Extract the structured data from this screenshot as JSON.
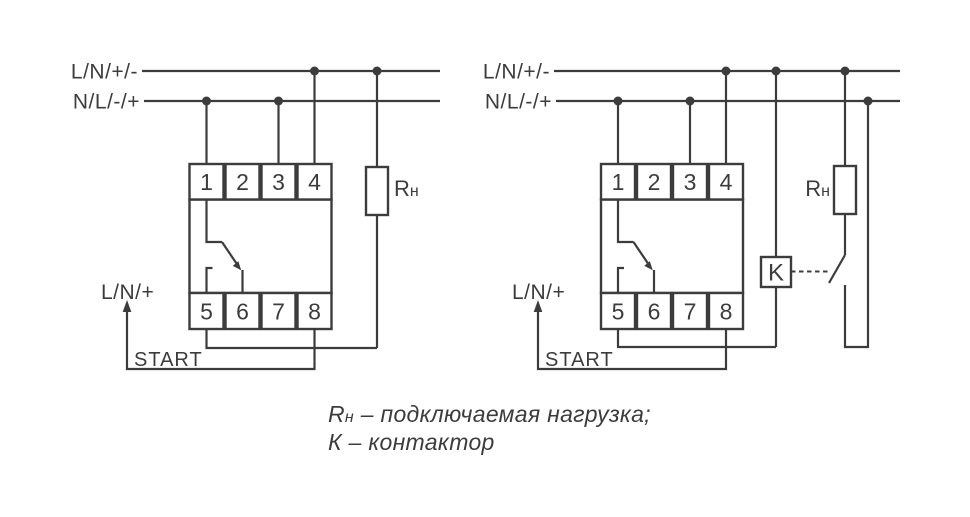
{
  "labels": {
    "power_top": "L/N/+/-",
    "power_bottom": "N/L/-/+",
    "start_source": "L/N/+",
    "start": "START",
    "load_main": "R",
    "load_sub": "н",
    "contactor": "K"
  },
  "terminals": {
    "top": [
      "1",
      "2",
      "3",
      "4"
    ],
    "bottom": [
      "5",
      "6",
      "7",
      "8"
    ]
  },
  "caption": {
    "r_main": "R",
    "r_sub": "н",
    "line1_rest": " – подключаемая нагрузка;",
    "line2": "К – контактор"
  },
  "colors": {
    "ink": "#3c3c3c",
    "paper": "#ffffff"
  }
}
